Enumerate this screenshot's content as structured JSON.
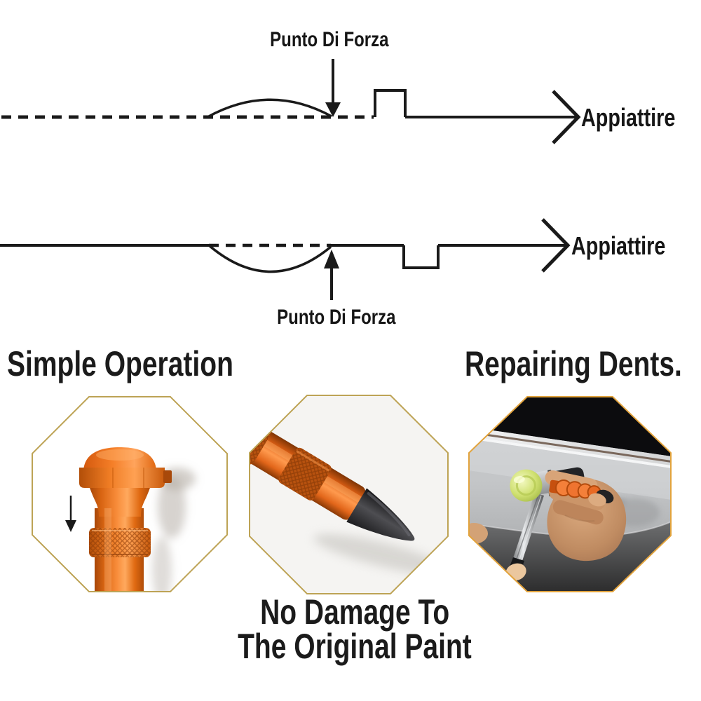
{
  "page_title": "Paintless dent repair tool infographic",
  "diagrams": [
    {
      "name": "raised-dent-diagram",
      "dent_type": "raised",
      "force_point_label": "Punto Di Forza",
      "flatten_label": "Appiattire"
    },
    {
      "name": "sunken-dent-diagram",
      "dent_type": "sunken",
      "force_point_label": "Punto Di Forza",
      "flatten_label": "Appiattire"
    }
  ],
  "headings": {
    "left": "Simple Operation",
    "right": "Repairing Dents."
  },
  "caption": {
    "line1": "No Damage To",
    "line2": "The Original Paint"
  },
  "icons": {
    "diagram1_force_arrow": "arrow-down",
    "diagram1_flatten_arrow": "arrow-right",
    "diagram2_force_arrow": "arrow-up",
    "diagram2_flatten_arrow": "arrow-right",
    "octagon1_press_arrow": "arrow-down"
  },
  "colors": {
    "line": "#1a1a1a",
    "text": "#1b1b1b",
    "octagon_border_gold": "#bda355",
    "octagon_border_photo": "#e2a33c",
    "tool_orange": "#e86c1c",
    "tool_tip_black": "#2e2e30",
    "hammer_head_green": "#cede6e",
    "panel_silver": "#bcbec0"
  }
}
